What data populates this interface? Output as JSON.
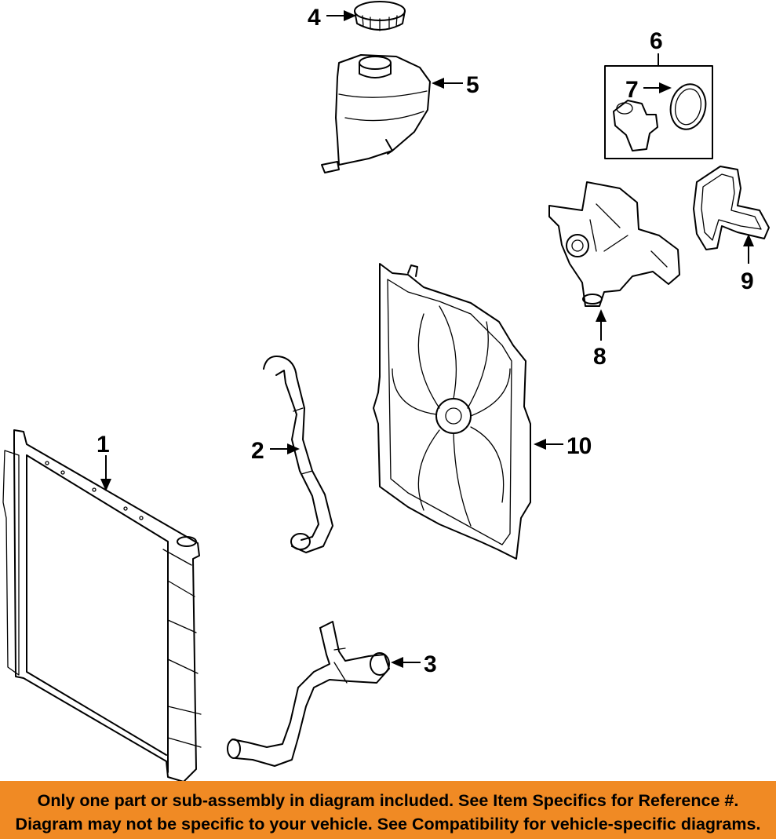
{
  "callouts": {
    "c1": "1",
    "c2": "2",
    "c3": "3",
    "c4": "4",
    "c5": "5",
    "c6": "6",
    "c7": "7",
    "c8": "8",
    "c9": "9",
    "c10": "10"
  },
  "disclaimer": {
    "line1": "Only one part or sub-assembly in diagram included. See Item Specifics for Reference #.",
    "line2": "Diagram may not be specific to your vehicle. See Compatibility for vehicle-specific diagrams."
  },
  "colors": {
    "banner": "#f08a24",
    "ink": "#000000"
  }
}
